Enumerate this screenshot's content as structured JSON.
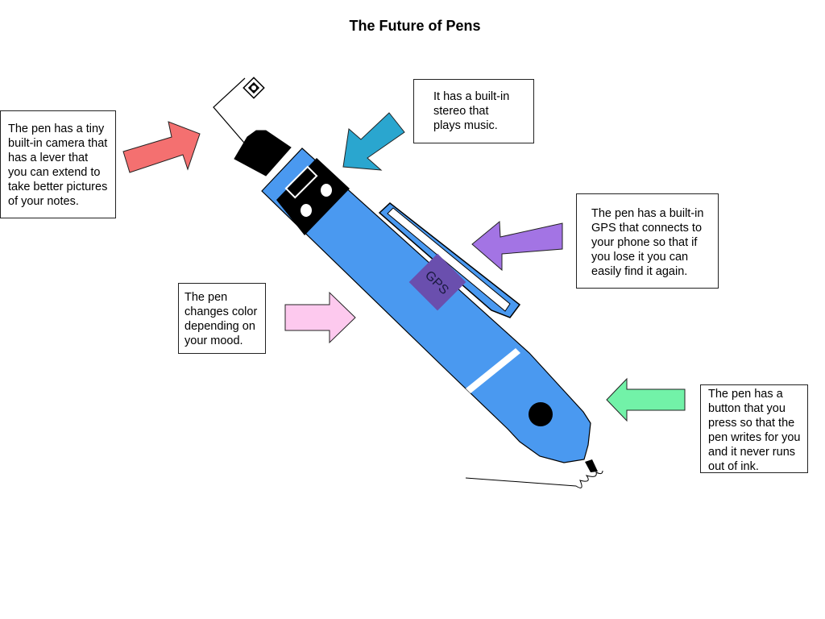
{
  "title": "The Future of Pens",
  "gps_label": "GPS",
  "callouts": {
    "camera": "The pen has a tiny\nbuilt-in camera that\nhas a lever that\nyou can extend to\ntake better pictures\nof your notes.",
    "stereo": "It has a built-in\nstereo that\nplays music.",
    "gps": "The pen has a built-in\nGPS that connects to\nyour phone so that if\nyou lose it you can\neasily find it again.",
    "mood": "The pen\nchanges color\ndepending on\nyour mood.",
    "button": "The pen has a\nbutton that you\npress so that the\npen writes for you\nand it never runs\nout of ink."
  },
  "colors": {
    "pen_body": "#4a99f0",
    "gps_patch": "#6a4fae",
    "arrow_camera": "#f47070",
    "arrow_stereo": "#2aa6cf",
    "arrow_gps": "#a374e4",
    "arrow_mood": "#fdc9ee",
    "arrow_button": "#72f2a8"
  }
}
